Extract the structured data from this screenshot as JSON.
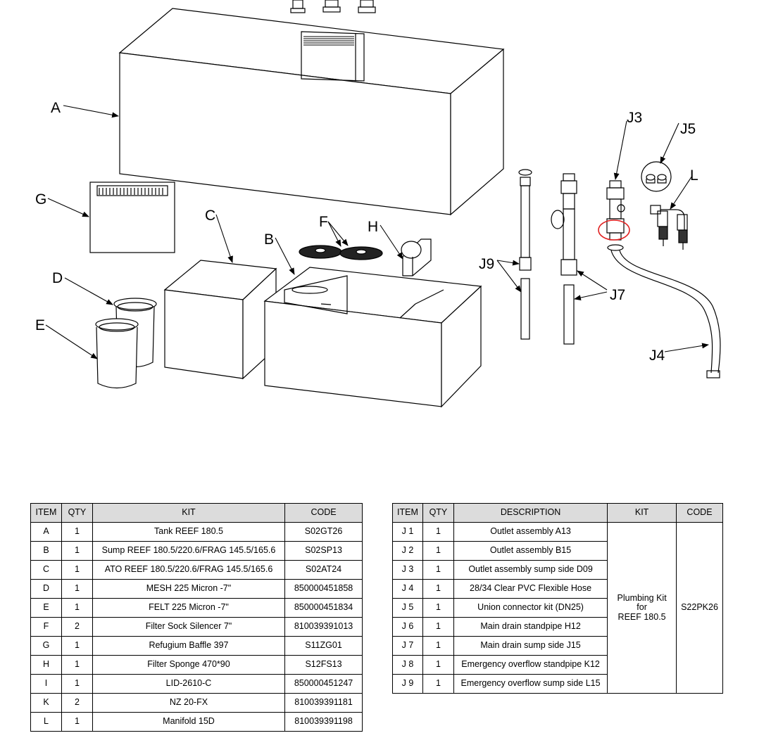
{
  "callouts": {
    "A": "A",
    "B": "B",
    "C": "C",
    "D": "D",
    "E": "E",
    "F": "F",
    "G": "G",
    "H": "H",
    "J3": "J3",
    "J4": "J4",
    "J5": "J5",
    "J7": "J7",
    "J9": "J9",
    "L": "L"
  },
  "main_table": {
    "headers": [
      "ITEM",
      "QTY",
      "KIT",
      "CODE"
    ],
    "rows": [
      {
        "item": "A",
        "qty": "1",
        "kit": "Tank  REEF 180.5",
        "code": "S02GT26"
      },
      {
        "item": "B",
        "qty": "1",
        "kit": "Sump REEF 180.5/220.6/FRAG 145.5/165.6",
        "code": "S02SP13"
      },
      {
        "item": "C",
        "qty": "1",
        "kit": "ATO REEF 180.5/220.6/FRAG 145.5/165.6",
        "code": "S02AT24"
      },
      {
        "item": "D",
        "qty": "1",
        "kit": "MESH 225 Micron -7\"",
        "code": "850000451858"
      },
      {
        "item": "E",
        "qty": "1",
        "kit": "FELT 225 Micron -7\"",
        "code": "850000451834"
      },
      {
        "item": "F",
        "qty": "2",
        "kit": "Filter Sock Silencer 7\"",
        "code": "810039391013"
      },
      {
        "item": "G",
        "qty": "1",
        "kit": "Refugium Baffle 397",
        "code": "S11ZG01"
      },
      {
        "item": "H",
        "qty": "1",
        "kit": "Filter Sponge 470*90",
        "code": "S12FS13"
      },
      {
        "item": "I",
        "qty": "1",
        "kit": "LID-2610-C",
        "code": "850000451247"
      },
      {
        "item": "K",
        "qty": "2",
        "kit": "NZ 20-FX",
        "code": "810039391181"
      },
      {
        "item": "L",
        "qty": "1",
        "kit": "Manifold 15D",
        "code": "810039391198"
      }
    ]
  },
  "plumbing_table": {
    "headers": [
      "ITEM",
      "QTY",
      "DESCRIPTION",
      "KIT",
      "CODE"
    ],
    "kit_line1": "Plumbing Kit",
    "kit_line2": "for",
    "kit_line3": "REEF  180.5",
    "code": "S22PK26",
    "rows": [
      {
        "item": "J 1",
        "qty": "1",
        "description": "Outlet assembly A13"
      },
      {
        "item": "J 2",
        "qty": "1",
        "description": "Outlet assembly B15"
      },
      {
        "item": "J 3",
        "qty": "1",
        "description": "Outlet assembly sump side D09"
      },
      {
        "item": "J 4",
        "qty": "1",
        "description": "28/34 Clear PVC Flexible Hose"
      },
      {
        "item": "J 5",
        "qty": "1",
        "description": "Union connector kit (DN25)"
      },
      {
        "item": "J 6",
        "qty": "1",
        "description": "Main drain standpipe H12"
      },
      {
        "item": "J 7",
        "qty": "1",
        "description": "Main drain sump side J15"
      },
      {
        "item": "J 8",
        "qty": "1",
        "description": "Emergency overflow standpipe K12"
      },
      {
        "item": "J 9",
        "qty": "1",
        "description": "Emergency overflow sump side L15"
      }
    ]
  },
  "colors": {
    "line": "#000000",
    "header_bg": "#dcdcdc",
    "highlight": "#e02020"
  }
}
